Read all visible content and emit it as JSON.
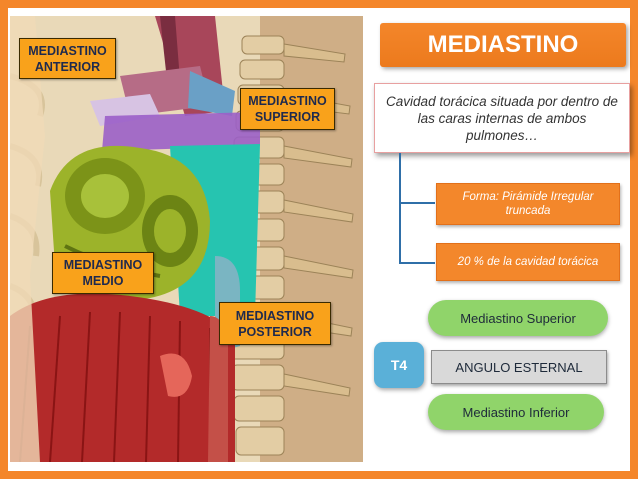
{
  "title": "MEDIASTINO",
  "description": "Cavidad torácica situada por dentro de las caras internas de ambos pulmones…",
  "shape": "Forma: Pirámide Irregular truncada",
  "percentage": "20 % de la cavidad torácica",
  "labels": {
    "anterior": "MEDIASTINO ANTERIOR",
    "superior": "MEDIASTINO SUPERIOR",
    "medio": "MEDIASTINO MEDIO",
    "posterior": "MEDIASTINO POSTERIOR"
  },
  "divisions": {
    "superior": "Mediastino Superior",
    "angle": "ANGULO ESTERNAL",
    "inferior": "Mediastino Inferior"
  },
  "vertebra": "T4",
  "colors": {
    "frame": "#f4862a",
    "label": "#f9a21b",
    "pill": "#90d46a",
    "badge": "#5ab0d8"
  }
}
